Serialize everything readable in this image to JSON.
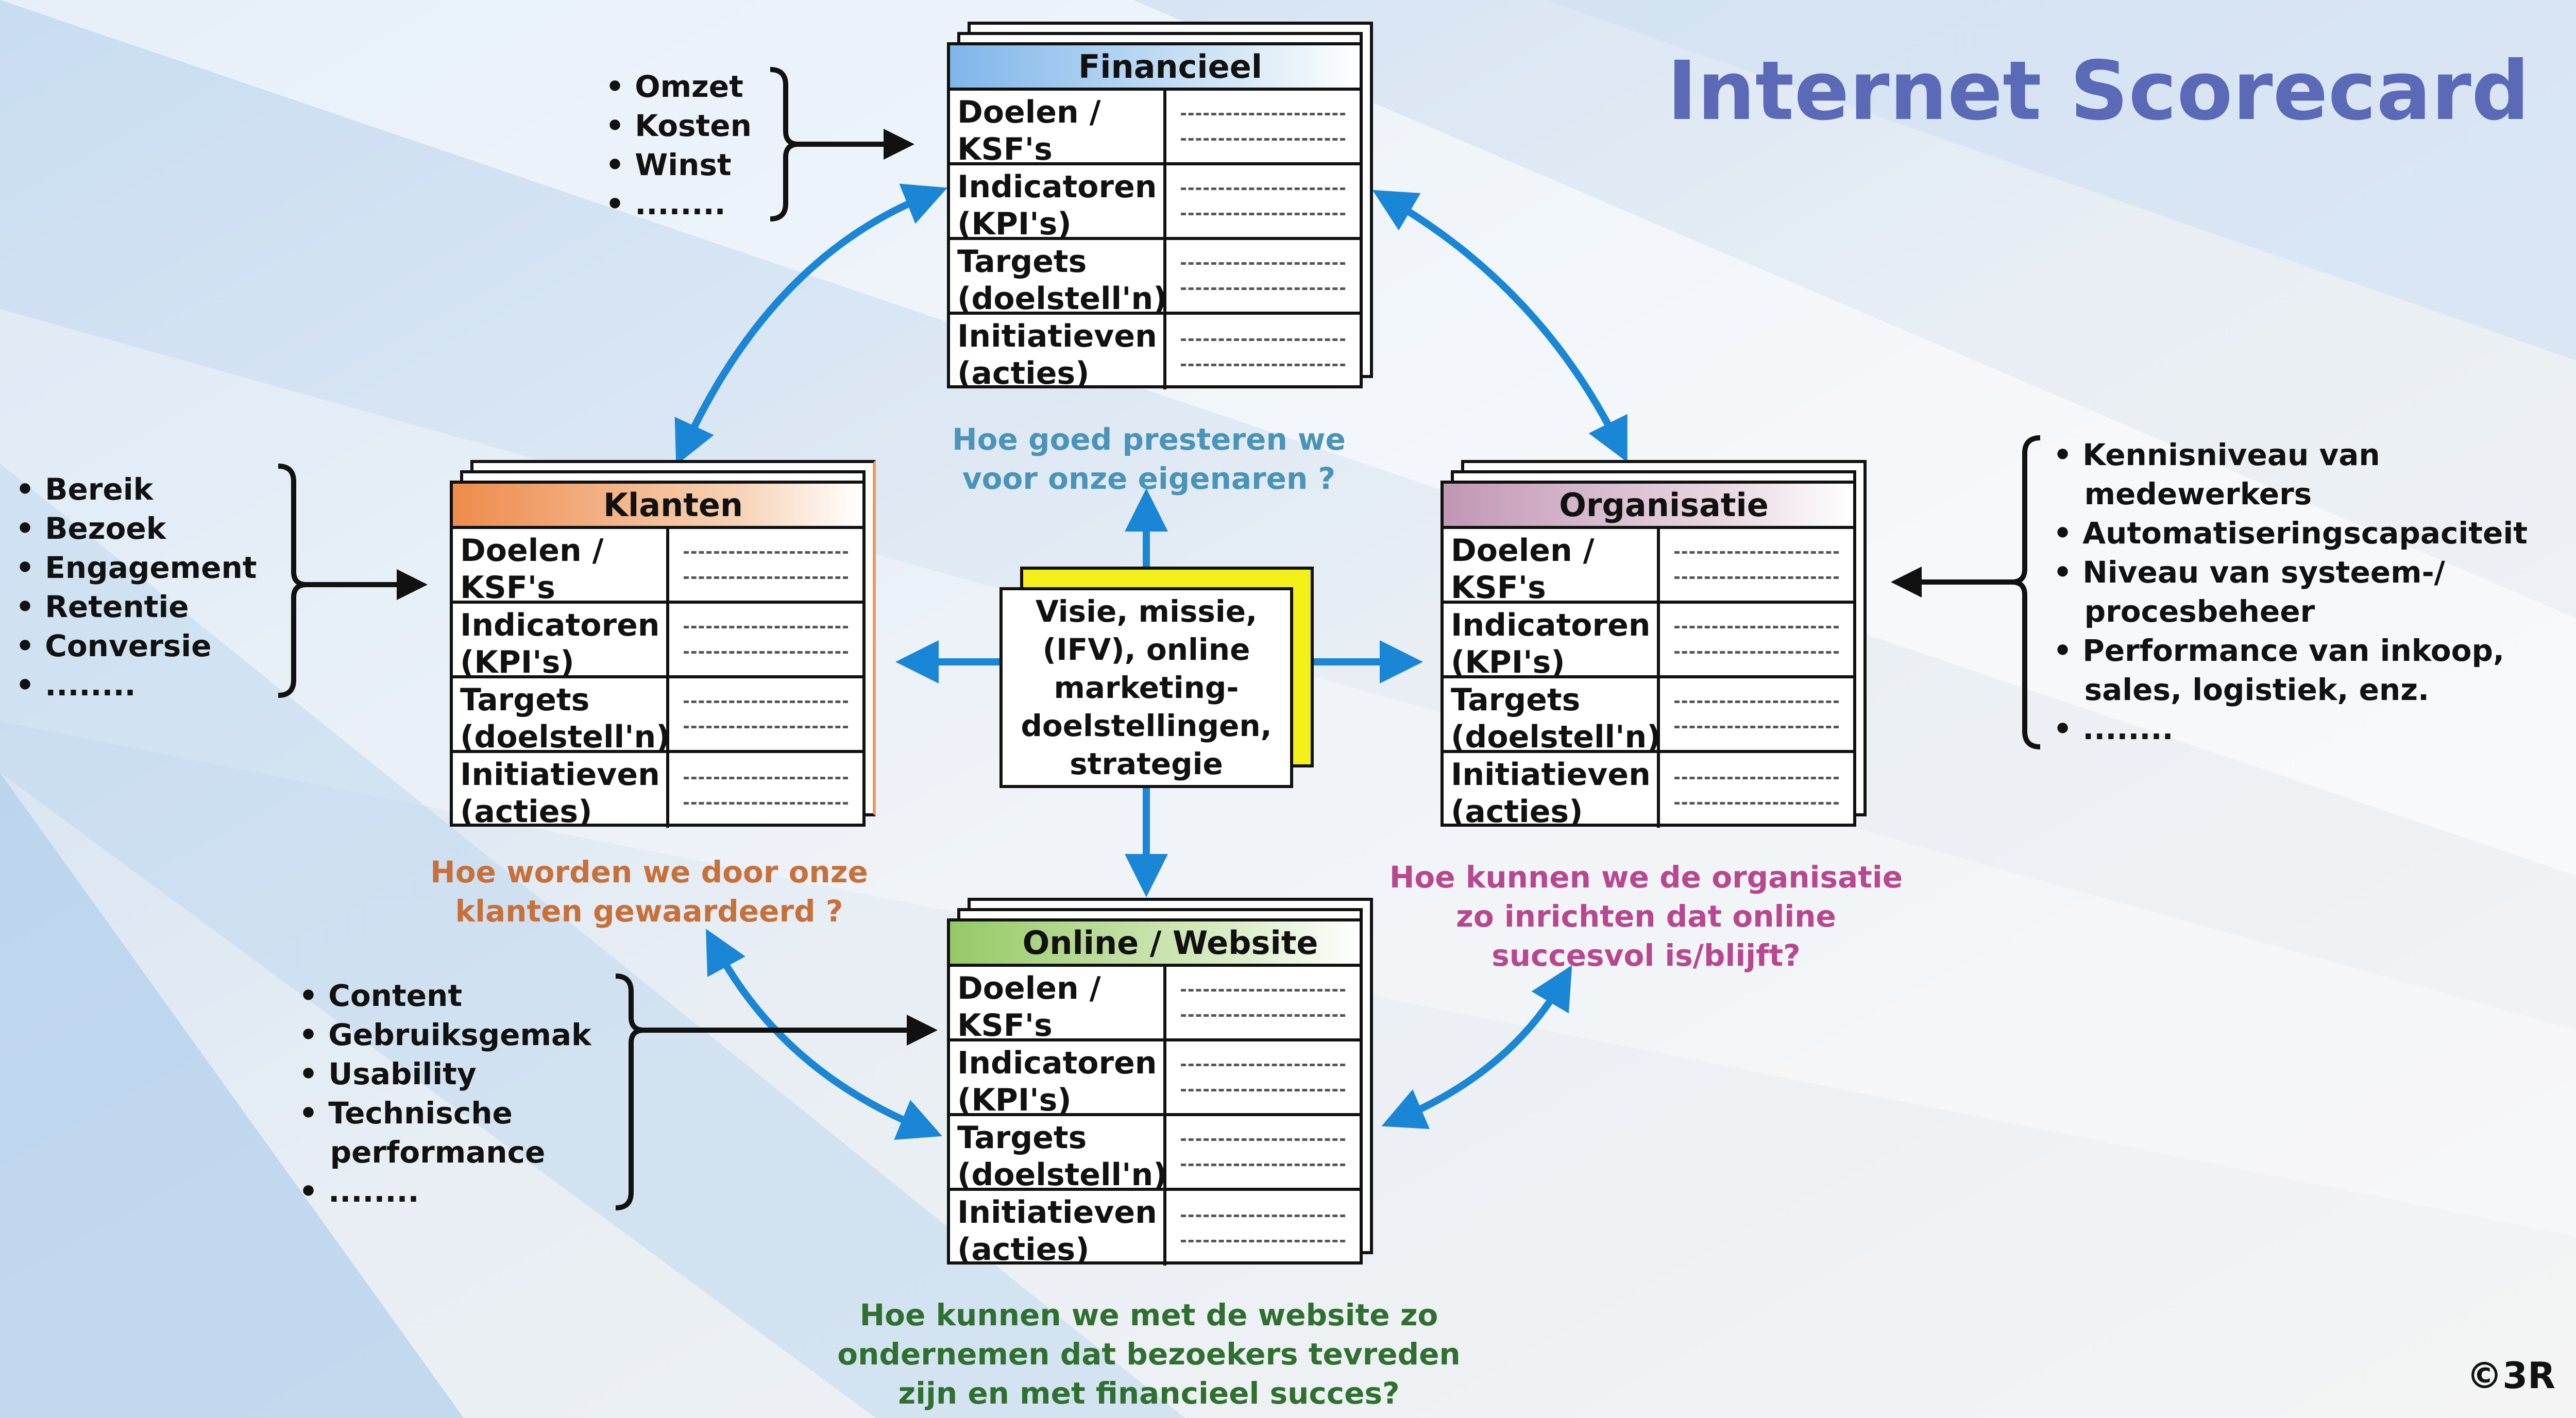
{
  "title": "Internet Scorecard",
  "row_labels": [
    "Doelen /\nKSF's",
    "Indicatoren\n(KPI's)",
    "Targets\n(doelstell'n)",
    "Initiatieven\n(acties)"
  ],
  "cards": {
    "financieel": {
      "header": "Financieel",
      "color": "#8ec3ef",
      "question": "Hoe goed presteren we\nvoor onze eigenaren ?",
      "question_color": "#4a93b9"
    },
    "klanten": {
      "header": "Klanten",
      "color": "#ee9a5c",
      "question": "Hoe worden we door onze\nklanten gewaardeerd ?",
      "question_color": "#c8703a"
    },
    "organisatie": {
      "header": "Organisatie",
      "color": "#c9a4bd",
      "question": "Hoe kunnen we de organisatie\nzo inrichten dat online\nsuccesvol is/blijft?",
      "question_color": "#b8478f"
    },
    "online": {
      "header": "Online / Website",
      "color": "#a9d37c",
      "question": "Hoe kunnen we met de website zo\nondernemen dat bezoekers tevreden\nzijn en met financieel succes?",
      "question_color": "#2f7030"
    }
  },
  "center_text": "Visie, missie,\n(IFV), online\nmarketing-\ndoelstellingen,\nstrategie",
  "lists": {
    "financieel": "• Omzet\n• Kosten\n• Winst\n• ........",
    "klanten": "• Bereik\n• Bezoek\n• Engagement\n• Retentie\n• Conversie\n• ........",
    "organisatie": "• Kennisniveau van\n   medewerkers\n• Automatiseringscapaciteit\n• Niveau van systeem-/\n   procesbeheer\n• Performance van inkoop,\n   sales, logistiek, enz.\n• ........",
    "online": "• Content\n• Gebruiksgemak\n• Usability\n• Technische\n   performance\n• ........"
  },
  "copyright": "©3R",
  "colors": {
    "title": "#5c69b6",
    "arrow_blue": "#1a86d6"
  }
}
